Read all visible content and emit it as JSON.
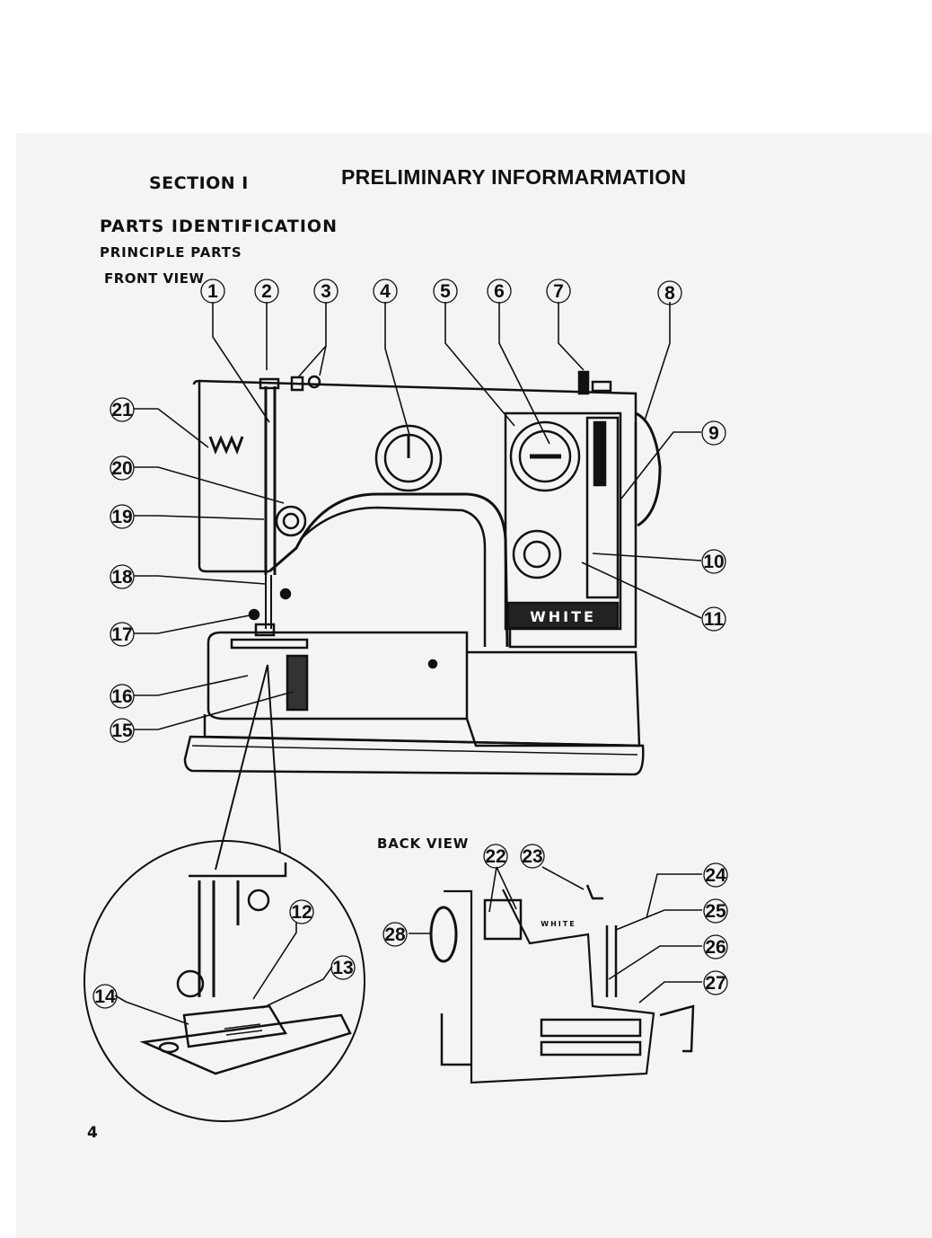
{
  "header": {
    "section": "SECTION  I",
    "title": "PRELIMINARY INFORMARMATION"
  },
  "headings": {
    "parts_identification": "PARTS IDENTIFICATION",
    "principle_parts": "PRINCIPLE PARTS",
    "front_view": "FRONT VIEW",
    "back_view": "BACK VIEW"
  },
  "brand": {
    "front_logo": "WHITE",
    "back_logo": "WHITE"
  },
  "callouts": [
    "1",
    "2",
    "3",
    "4",
    "5",
    "6",
    "7",
    "8",
    "9",
    "10",
    "11",
    "12",
    "13",
    "14",
    "15",
    "16",
    "17",
    "18",
    "19",
    "20",
    "21",
    "22",
    "23",
    "24",
    "25",
    "26",
    "27",
    "28"
  ],
  "page_number": "4"
}
